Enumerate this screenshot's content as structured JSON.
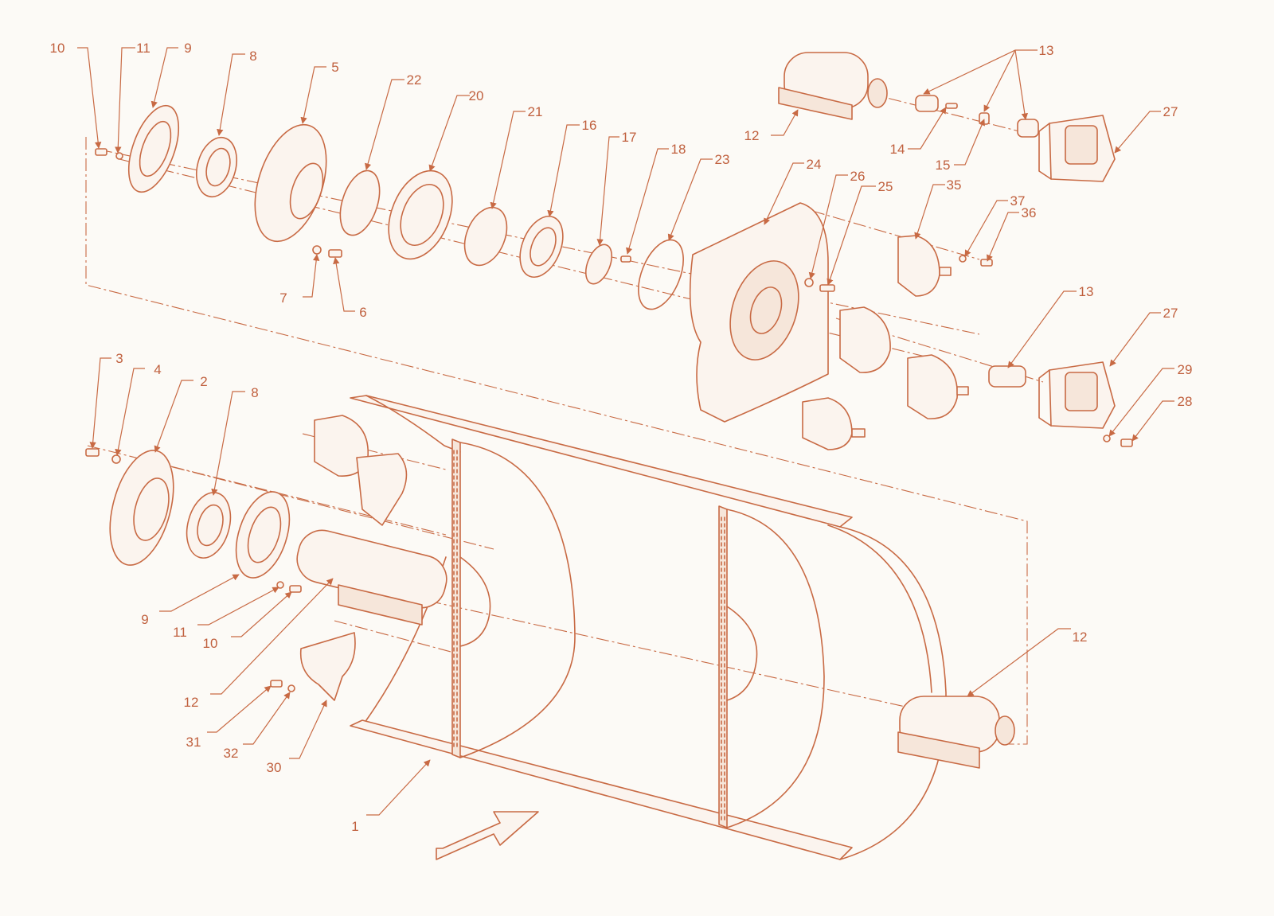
{
  "diagram": {
    "labels": [
      "1",
      "2",
      "3",
      "4",
      "5",
      "6",
      "7",
      "8",
      "9",
      "10",
      "11",
      "12",
      "13",
      "14",
      "15",
      "16",
      "17",
      "18",
      "20",
      "21",
      "22",
      "23",
      "24",
      "25",
      "26",
      "27",
      "28",
      "29",
      "30",
      "31",
      "32",
      "35",
      "36",
      "37"
    ],
    "colors": {
      "line": "#c86a44",
      "label": "#c0603e",
      "background": "#fcfaf6"
    }
  }
}
